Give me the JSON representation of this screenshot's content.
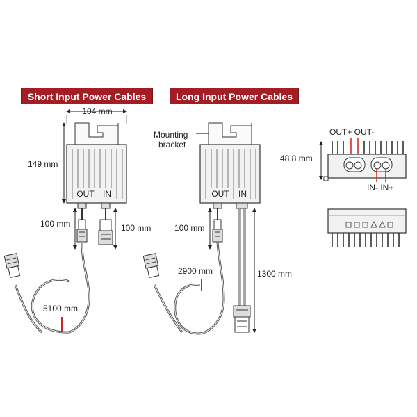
{
  "panels": {
    "short": {
      "title": "Short Input Power Cables",
      "width_label": "104 mm",
      "height_label": "149 mm",
      "out_label": "OUT",
      "in_label": "IN",
      "out_cable_label": "100 mm",
      "in_cable_label": "100 mm",
      "long_cable_label": "5100 mm"
    },
    "long": {
      "title": "Long Input Power Cables",
      "bracket_label_line1": "Mounting",
      "bracket_label_line2": "bracket",
      "out_label": "OUT",
      "in_label": "IN",
      "out_cable_label": "100 mm",
      "loop_cable_label": "2900 mm",
      "in_cable_label": "1300 mm"
    },
    "side": {
      "thickness_label": "48.8 mm",
      "top_labels": "OUT+ OUT-",
      "bottom_labels": "IN- IN+"
    }
  },
  "colors": {
    "banner": "#a51d24",
    "accent_red": "#d0202a",
    "housing": "#f2f2f2",
    "outline": "#333333"
  }
}
